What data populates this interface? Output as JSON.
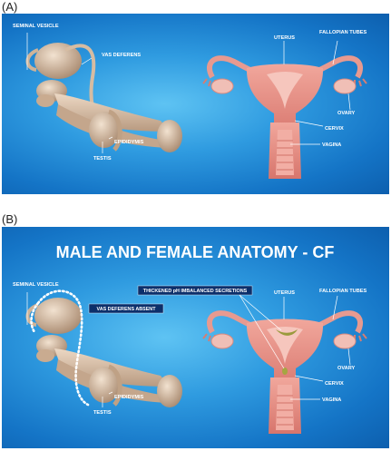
{
  "panels": [
    {
      "tag": "(A)",
      "labels": {
        "seminal_vesicle": "SEMINAL VESICLE",
        "vas_deferens": "VAS DEFERENS",
        "epididymis": "EPIDIDYMIS",
        "testis": "TESTIS",
        "uterus": "UTERUS",
        "fallopian_tubes": "FALLOPIAN TUBES",
        "ovary": "OVARY",
        "cervix": "CERVIX",
        "vagina": "VAGINA"
      }
    },
    {
      "tag": "(B)",
      "title": "MALE AND FEMALE ANATOMY - CF",
      "callouts": {
        "vas_absent": "VAS DEFERENS ABSENT",
        "secretions": "THICKENED pH IMBALANCED SECRETIONS"
      },
      "labels": {
        "seminal_vesicle": "SEMINAL VESICLE",
        "epididymis": "EPIDIDYMIS",
        "testis": "TESTIS",
        "uterus": "UTERUS",
        "fallopian_tubes": "FALLOPIAN TUBES",
        "ovary": "OVARY",
        "cervix": "CERVIX",
        "vagina": "VAGINA"
      }
    }
  ],
  "colors": {
    "background_blue": "#2f9be0",
    "male_organ_beige": "#d8bfa6",
    "female_organ_pink": "#e88f86",
    "secretion_olive": "#9a9a3c",
    "callout_box": "#0c2f6a"
  }
}
